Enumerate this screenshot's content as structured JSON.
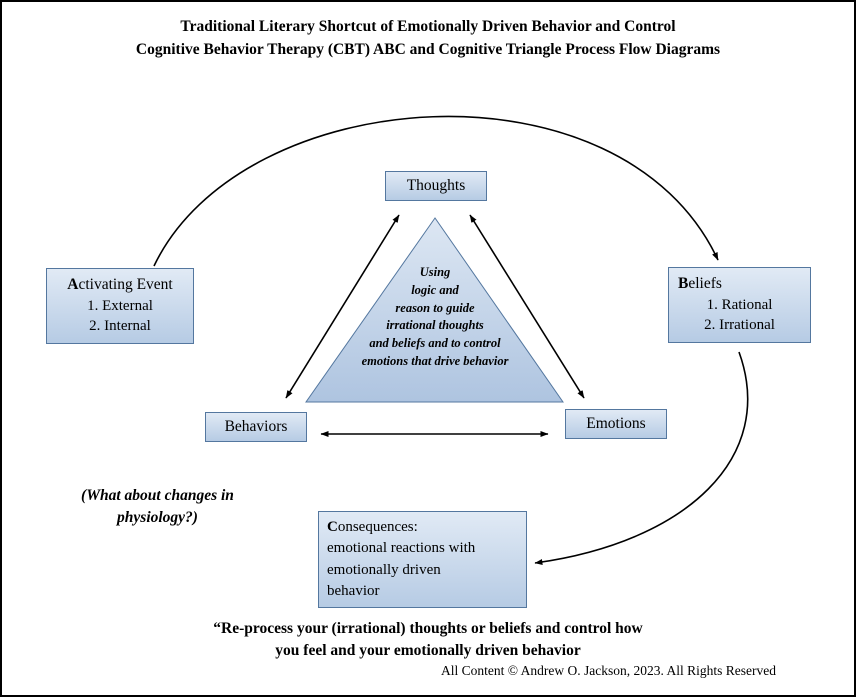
{
  "title": {
    "line1": "Traditional Literary Shortcut of Emotionally Driven Behavior and Control",
    "line2": "Cognitive Behavior Therapy (CBT) ABC and Cognitive Triangle Process Flow Diagrams"
  },
  "boxes": {
    "thoughts": {
      "label": "Thoughts"
    },
    "activating_event": {
      "title": "Activating Event",
      "items": [
        "1. External",
        "2. Internal"
      ]
    },
    "beliefs": {
      "title": "Beliefs",
      "items": [
        "1. Rational",
        "2. Irrational"
      ]
    },
    "behaviors": {
      "label": "Behaviors"
    },
    "emotions": {
      "label": "Emotions"
    },
    "consequences": {
      "lines": [
        "Consequences:",
        "emotional reactions with",
        "emotionally driven",
        "behavior"
      ]
    }
  },
  "triangle_text": {
    "lines": [
      "Using",
      "logic and",
      "reason to guide",
      "irrational thoughts",
      "and beliefs and to control",
      "emotions that drive behavior"
    ]
  },
  "notes": {
    "physiology_line1": "(What about changes in",
    "physiology_line2": "physiology?)"
  },
  "footer": {
    "quote_line1": "“Re-process your (irrational) thoughts or beliefs and control how",
    "quote_line2": "you feel and your emotionally driven behavior",
    "copyright": "All Content © Andrew O. Jackson, 2023. All Rights Reserved"
  },
  "colors": {
    "box_fill_top": "#e1eaf5",
    "box_fill_bottom": "#b6cbe4",
    "box_border": "#54779f",
    "arrow": "#000000"
  }
}
